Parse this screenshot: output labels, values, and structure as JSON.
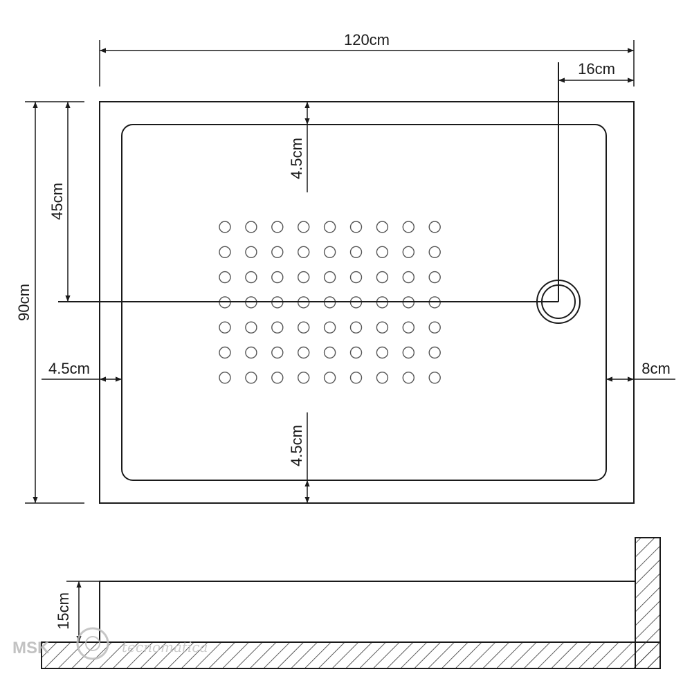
{
  "dimensions": {
    "overall_width": "120cm",
    "drain_offset_right": "16cm",
    "overall_depth": "90cm",
    "drain_offset_top": "45cm",
    "rim_top": "4.5cm",
    "rim_bottom": "4.5cm",
    "rim_left": "4.5cm",
    "rim_right": "8cm",
    "tray_height": "15cm"
  },
  "pattern": {
    "rows": 7,
    "columns": 9
  },
  "watermark": {
    "brand": "MSK",
    "script": "tecnomatica"
  },
  "colors": {
    "line": "#1a1a1a",
    "pattern": "#555555",
    "hatch": "#333333",
    "watermark": "#b8b8b8"
  }
}
